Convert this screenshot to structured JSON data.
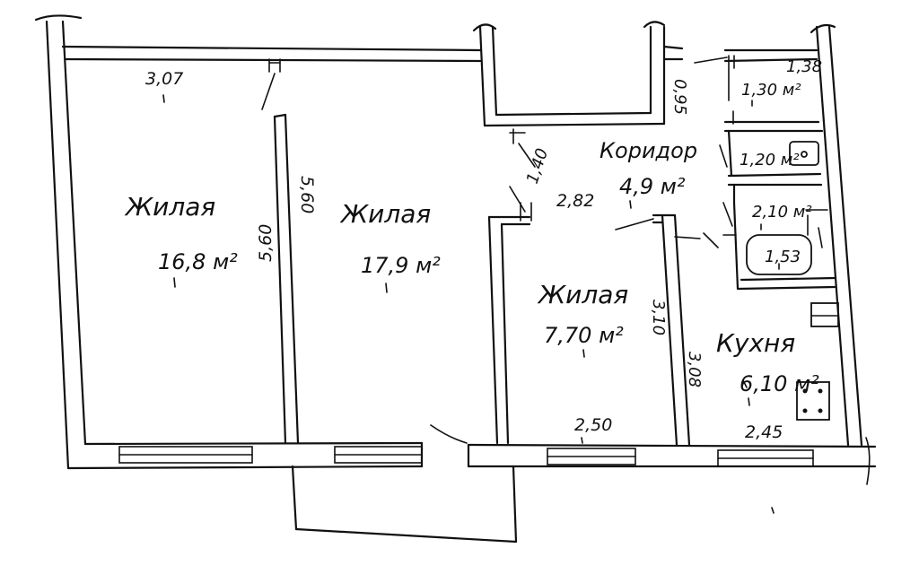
{
  "rooms": {
    "living1": {
      "name": "Жилая",
      "area": "16,8 м²"
    },
    "living2": {
      "name": "Жилая",
      "area": "17,9 м²"
    },
    "living3": {
      "name": "Жилая",
      "area": "7,70 м²"
    },
    "corridor": {
      "name": "Коридор",
      "area": "4,9 м²"
    },
    "kitchen": {
      "name": "Кухня",
      "area": "6,10 м²"
    },
    "toilet": {
      "area": "1,30 м²"
    },
    "wc_area": {
      "area": "1,20 м²"
    },
    "bathroom": {
      "area": "2,10 м²"
    }
  },
  "dimensions": {
    "d307": "3,07",
    "d560a": "5,60",
    "d560b": "5,60",
    "d282": "2,82",
    "d140": "1,40",
    "d310": "3,10",
    "d308": "3,08",
    "d250": "2,50",
    "d245": "2,45",
    "d138": "1,38",
    "d095": "0,95",
    "d153": "1,53"
  }
}
